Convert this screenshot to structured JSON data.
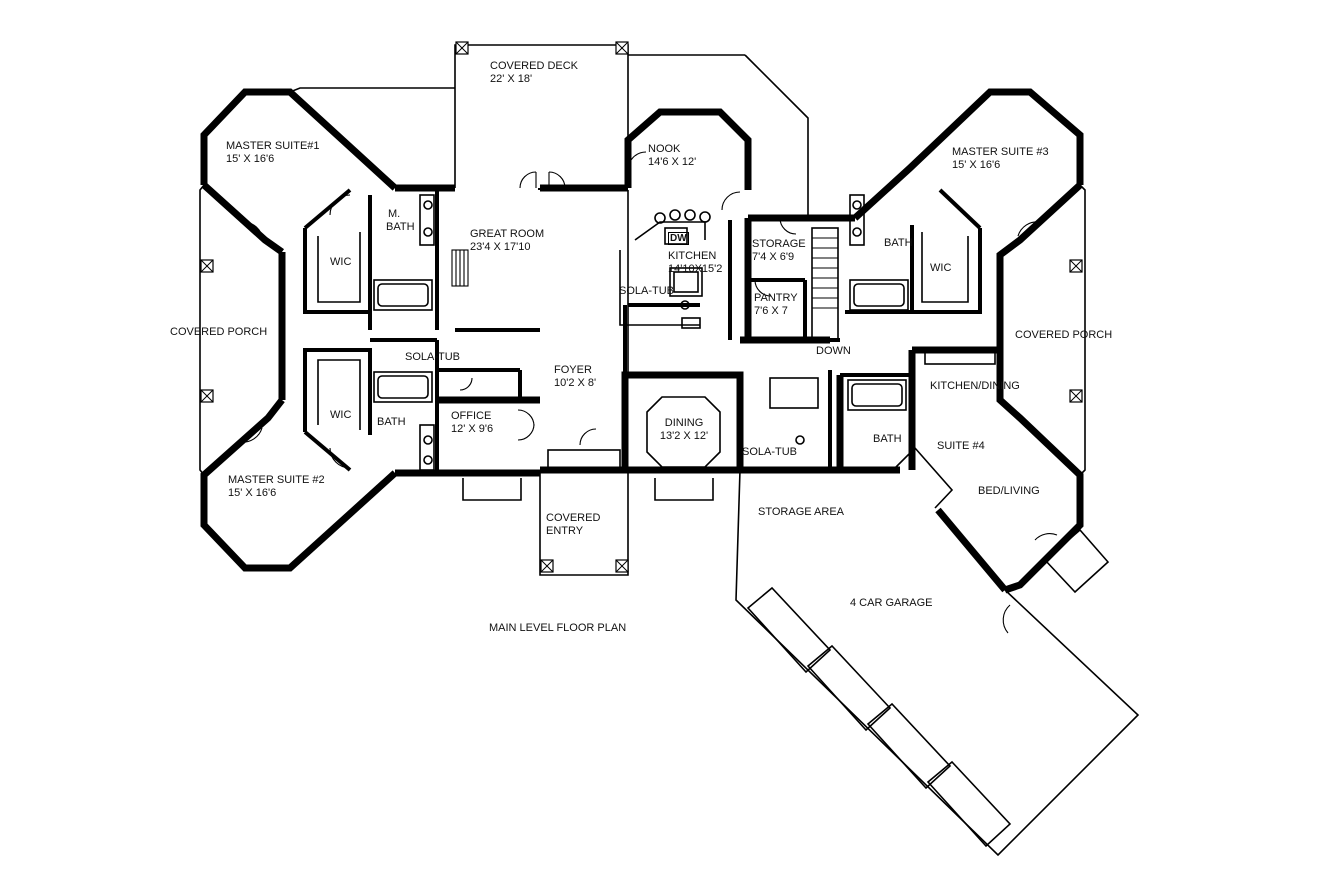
{
  "plan_title": "MAIN LEVEL FLOOR PLAN",
  "rooms": {
    "covered_deck": {
      "name": "COVERED DECK",
      "size": "22' X 18'"
    },
    "master_suite_1": {
      "name": "MASTER SUITE#1",
      "size": "15' X 16'6"
    },
    "master_suite_2": {
      "name": "MASTER SUITE #2",
      "size": "15' X 16'6"
    },
    "master_suite_3": {
      "name": "MASTER SUITE #3",
      "size": "15' X 16'6"
    },
    "m_bath": {
      "name": "M.",
      "size": "BATH"
    },
    "wic_left_top": "WIC",
    "wic_left_bottom": "WIC",
    "wic_right": "WIC",
    "great_room": {
      "name": "GREAT ROOM",
      "size": "23'4 X 17'10"
    },
    "nook": {
      "name": "NOOK",
      "size": "14'6 X 12'"
    },
    "kitchen": {
      "name": "KITCHEN",
      "size": "14'10X15'2"
    },
    "dw": "DW",
    "storage": {
      "name": "STORAGE",
      "size": "7'4 X 6'9"
    },
    "pantry": {
      "name": "PANTRY",
      "size": "7'6 X 7"
    },
    "bath_right_top": "BATH",
    "covered_porch_left": "COVERED PORCH",
    "covered_porch_right": "COVERED PORCH",
    "sola_tub_left": "SOLA-TUB",
    "sola_tub_kitchen": "SOLA-TUB",
    "sola_tub_center": "SOLA-TUB",
    "foyer": {
      "name": "FOYER",
      "size": "10'2 X 8'"
    },
    "office": {
      "name": "OFFICE",
      "size": "12' X 9'6"
    },
    "bath_left_bottom": "BATH",
    "dining": {
      "name": "DINING",
      "size": "13'2 X 12'"
    },
    "down": "DOWN",
    "kitchen_dining": "KITCHEN/DINING",
    "bath_suite4": "BATH",
    "suite_4": "SUITE #4",
    "bed_living": "BED/LIVING",
    "covered_entry": {
      "name": "COVERED",
      "size": "ENTRY"
    },
    "storage_area": "STORAGE AREA",
    "garage": "4 CAR GARAGE"
  }
}
